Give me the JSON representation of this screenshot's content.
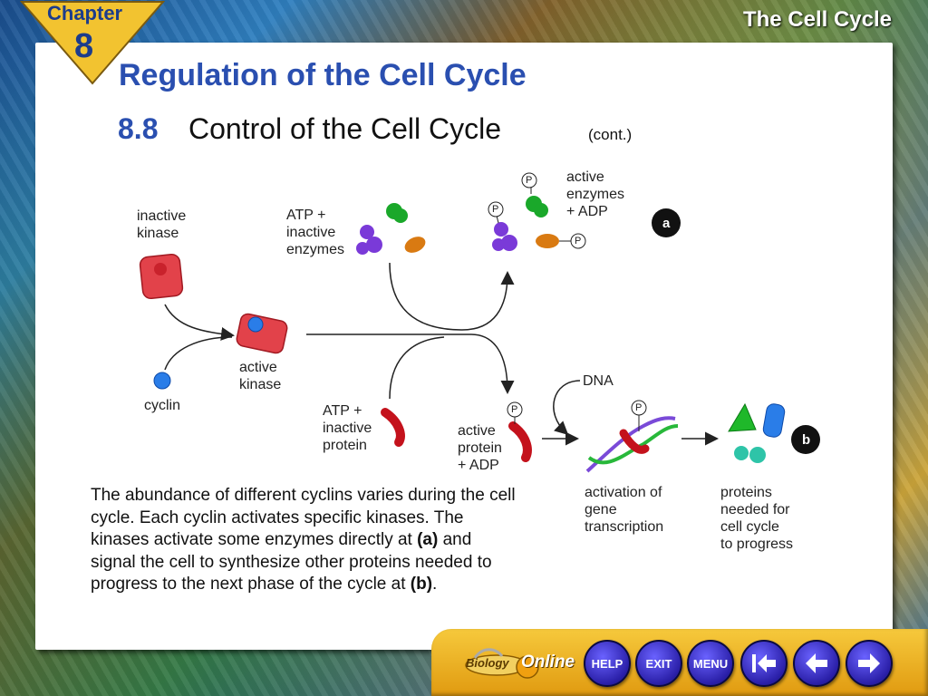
{
  "window": {
    "course_title": "The Cell Cycle",
    "chapter_word": "Chapter",
    "chapter_number": "8"
  },
  "slide": {
    "heading": "Regulation of the Cell Cycle",
    "section_number": "8.8",
    "section_title": "Control of the Cell Cycle",
    "section_cont": "(cont.)"
  },
  "diagram": {
    "inactive_kinase": "inactive\nkinase",
    "cyclin": "cyclin",
    "active_kinase": "active\nkinase",
    "atp_inactive_enzymes": "ATP +\ninactive\nenzymes",
    "active_enzymes_adp": "active\nenzymes\n+ ADP",
    "badge_a": "a",
    "atp_inactive_protein": "ATP +\ninactive\nprotein",
    "active_protein_adp": "active\nprotein\n+ ADP",
    "dna": "DNA",
    "activation_gene_transcription": "activation of\ngene\ntranscription",
    "proteins_needed": "proteins\nneeded for\ncell cycle\nto progress",
    "badge_b": "b",
    "phosphate": "P"
  },
  "caption": {
    "text_1": "The abundance of different cyclins varies during the cell cycle. Each cyclin activates specific kinases. The kinases activate some enzymes directly at ",
    "bold_a": "(a)",
    "text_2": " and signal the cell to synthesize other proteins needed to progress to the next phase of the cycle at ",
    "bold_b": "(b)",
    "text_3": "."
  },
  "navbar": {
    "logo_left": "Biology",
    "logo_right": "Online",
    "help": "HELP",
    "exit": "EXIT",
    "menu": "MENU"
  },
  "icons": [
    "first-slide-icon",
    "previous-slide-icon",
    "next-slide-icon"
  ],
  "colors": {
    "heading_blue": "#2a4fb0",
    "navbar_gold": "#f6c93c",
    "nav_button_purple": "#2a1fa8",
    "kinase_red": "#e2424a"
  }
}
